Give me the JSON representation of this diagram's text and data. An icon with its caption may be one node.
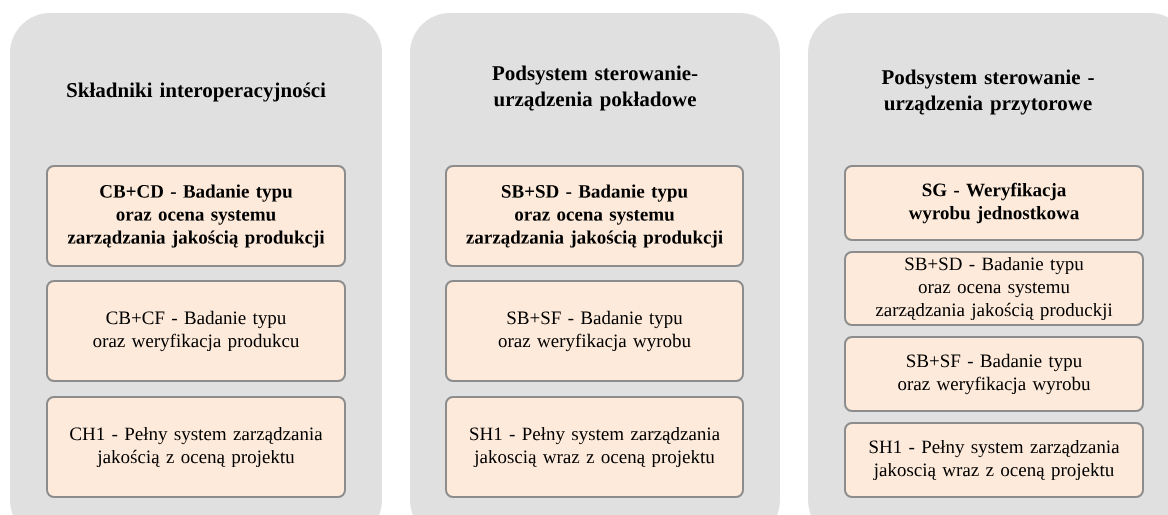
{
  "diagram": {
    "nodes": [
      {
        "text": [
          "Składniki interoperacyjności"
        ]
      },
      {
        "text": [
          "CB+CD - Badanie typu oraz ocena systemu zarządzania jakością produkcji"
        ],
        "in": 0
      },
      {
        "text": [
          "CB+CF - Badanie typu oraz weryfikacja produkcu"
        ],
        "in": 0
      },
      {
        "text": [
          "CH1 - Pełny system zarządzania jakością z oceną projektu"
        ],
        "in": 0
      },
      {
        "text": [
          "Podsystem sterowanie- urządzenia pokładowe"
        ]
      },
      {
        "text": [
          "SB+SD - Badanie typu oraz ocena systemu zarządzania jakością produkcji"
        ],
        "in": 4
      },
      {
        "text": [
          "SB+SF - Badanie typu oraz weryfikacja wyrobu"
        ],
        "in": 4
      },
      {
        "text": [
          "SH1 - Pełny system zarządzania jakoscią wraz z oceną projektu"
        ],
        "in": 4
      },
      {
        "text": [
          "Podsystem sterowanie - urządzenia przytorowe"
        ]
      },
      {
        "text": [
          "SG - Weryfikacja wyrobu jednostkowa"
        ],
        "in": 8
      },
      {
        "text": [
          "SB+SD - Badanie typu oraz ocena systemu zarządzania jakością produckji"
        ],
        "in": 8
      },
      {
        "text": [
          "SB+SF - Badanie typu oraz weryfikacja wyrobu"
        ],
        "in": 8
      },
      {
        "text": [
          "SH1 - Pełny system zarządzania jakoscią wraz z oceną projektu"
        ],
        "in": 8
      }
    ]
  }
}
